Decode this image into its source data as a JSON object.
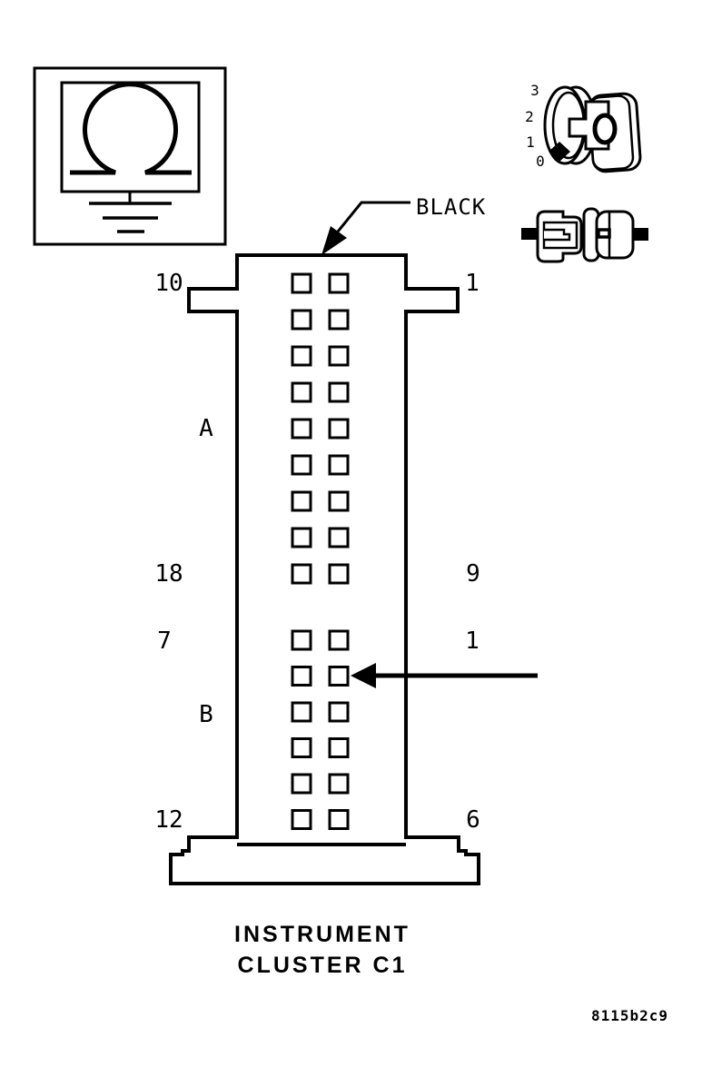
{
  "figure": {
    "caption_line1": "INSTRUMENT",
    "caption_line2": "CLUSTER C1",
    "figure_code": "8115b2c9",
    "wire_color_label": "BLACK",
    "ink_color": "#000000",
    "background_color": "#ffffff"
  },
  "connector": {
    "section_a": {
      "label": "A",
      "rows": 9,
      "pin_first_left": "10",
      "pin_first_right": "1",
      "pin_last_left": "18",
      "pin_last_right": "9"
    },
    "section_b": {
      "label": "B",
      "rows": 6,
      "pin_first_left": "7",
      "pin_first_right": "1",
      "pin_last_left": "12",
      "pin_last_right": "6"
    }
  },
  "icons": {
    "ground_symbol": "chassis-ground-icon",
    "inline_connector": "in-line-connector-icon",
    "rotary_dial": {
      "positions": [
        "3",
        "2",
        "1",
        "0"
      ]
    }
  }
}
